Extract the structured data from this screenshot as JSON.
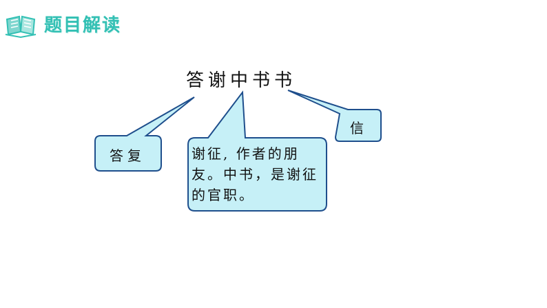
{
  "header": {
    "icon": "open-book-icon",
    "title": "题目解读",
    "accent_color": "#33c0b4"
  },
  "main_title": "答谢中书书",
  "callouts": {
    "left": "答复",
    "middle": "谢征, 作者的朋友。中书，是谢征的官职。",
    "right": "信"
  },
  "colors": {
    "bubble_fill": "#c6f0f7",
    "bubble_stroke": "#1e4e8c"
  }
}
